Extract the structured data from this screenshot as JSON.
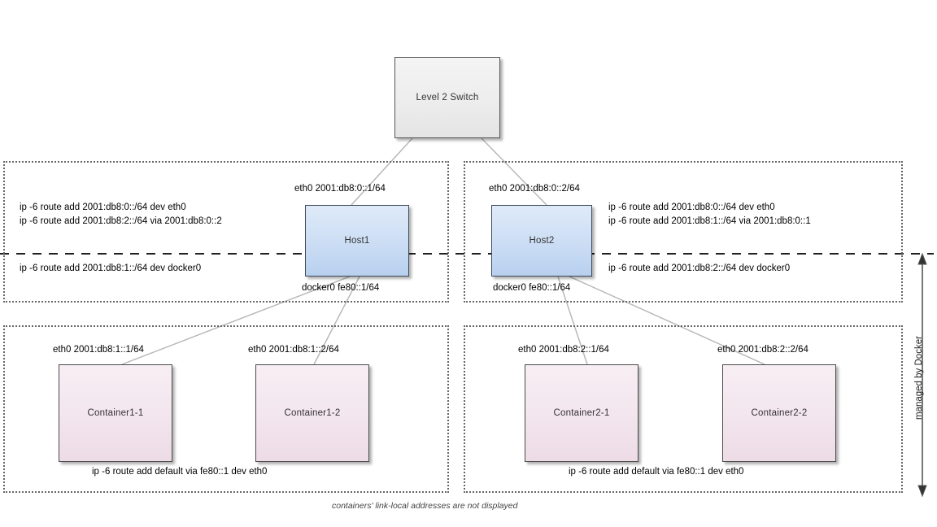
{
  "diagram": {
    "title_footnote": "containers' link-local addresses are not displayed",
    "scope_label": "managed by Docker",
    "nodes": {
      "switch": {
        "label": "Level 2 Switch"
      },
      "host1": {
        "label": "Host1"
      },
      "host2": {
        "label": "Host2"
      },
      "container11": {
        "label": "Container1-1"
      },
      "container12": {
        "label": "Container1-2"
      },
      "container21": {
        "label": "Container2-1"
      },
      "container22": {
        "label": "Container2-2"
      }
    },
    "interfaces": {
      "host1_eth0": "eth0 2001:db8:0::1/64",
      "host2_eth0": "eth0 2001:db8:0::2/64",
      "host1_docker0": "docker0 fe80::1/64",
      "host2_docker0": "docker0 fe80::1/64",
      "container11_eth0": "eth0 2001:db8:1::1/64",
      "container12_eth0": "eth0 2001:db8:1::2/64",
      "container21_eth0": "eth0 2001:db8:2::1/64",
      "container22_eth0": "eth0 2001:db8:2::2/64"
    },
    "routes": {
      "host1_above_line_1": "ip -6 route add 2001:db8:0::/64 dev eth0",
      "host1_above_line_2": "ip -6 route add 2001:db8:2::/64 via  2001:db8:0::2",
      "host1_below_line_1": "ip -6 route add 2001:db8:1::/64 dev docker0",
      "host2_above_line_1": "ip -6 route add 2001:db8:0::/64 dev eth0",
      "host2_above_line_2": "ip -6 route add 2001:db8:1::/64 via  2001:db8:0::1",
      "host2_below_line_1": "ip -6 route add 2001:db8:2::/64 dev docker0",
      "containers1_default": "ip -6 route add default via fe80::1 dev eth0",
      "containers2_default": "ip -6 route add default via fe80::1 dev eth0"
    },
    "colors": {
      "host_fill": "#cfe0f5",
      "container_fill": "#f3e6ee",
      "switch_fill": "#ededed",
      "wire": "#b0b0b0",
      "zone_border": "#666666",
      "divider": "#000000"
    }
  }
}
